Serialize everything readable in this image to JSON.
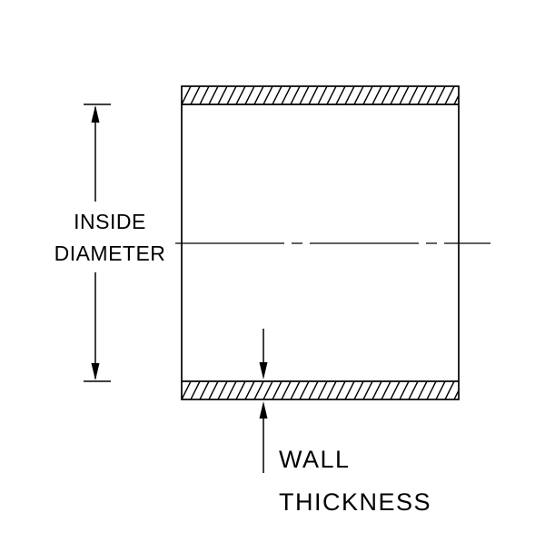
{
  "diagram": {
    "labels": {
      "inside_diameter_line1": "INSIDE",
      "inside_diameter_line2": "DIAMETER",
      "wall_thickness_line1": "WALL",
      "wall_thickness_line2": "THICKNESS"
    },
    "colors": {
      "line": "#000000",
      "background": "#ffffff"
    }
  }
}
